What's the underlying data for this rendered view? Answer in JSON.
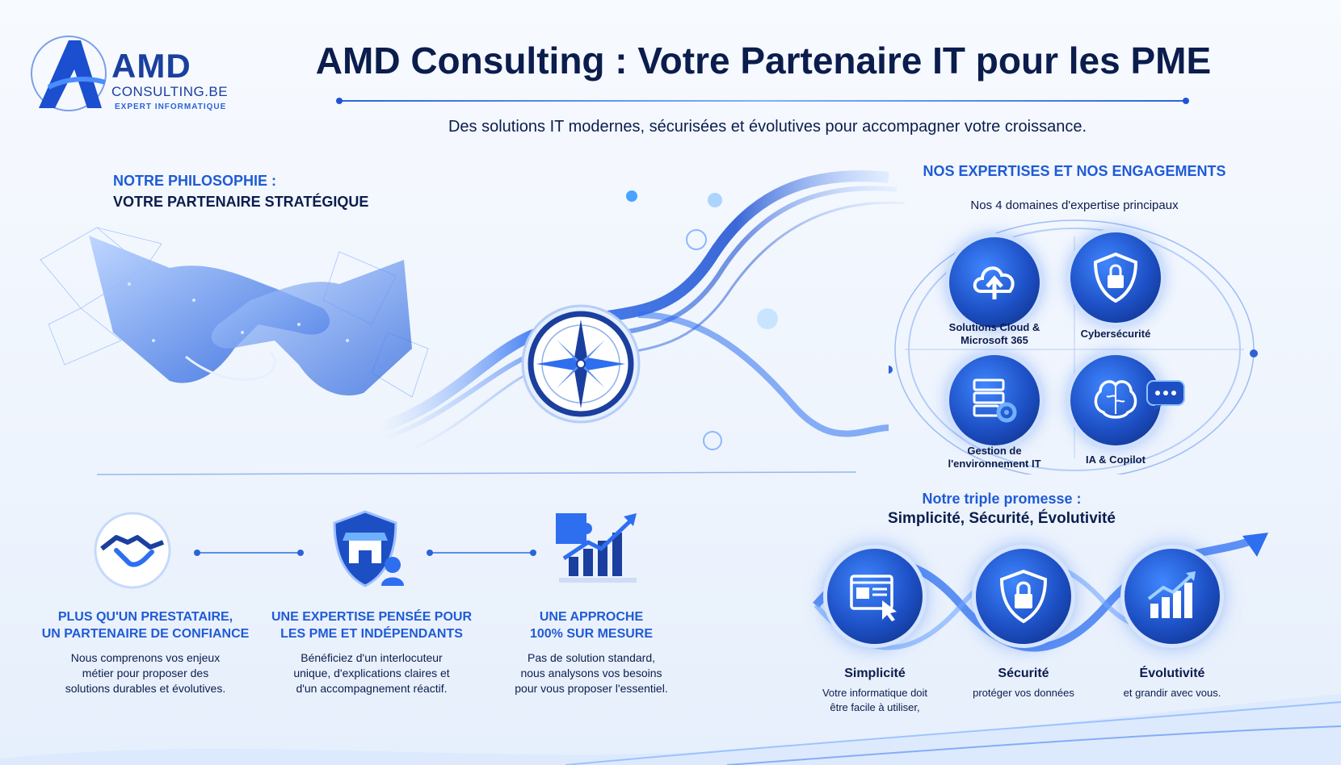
{
  "logo": {
    "brand": "AMD",
    "domain": "CONSULTING.BE",
    "tagline": "EXPERT INFORMATIQUE"
  },
  "header": {
    "title": "AMD Consulting : Votre Partenaire IT pour les PME",
    "subtitle": "Des solutions IT modernes, sécurisées et évolutives pour accompagner votre croissance."
  },
  "philosophy": {
    "kicker": "NOTRE PHILOSOPHIE :",
    "title": "VOTRE PARTENAIRE STRATÉGIQUE",
    "pillars": [
      {
        "icon": "handshake-icon",
        "title_line1": "PLUS QU'UN PRESTATAIRE,",
        "title_line2": "UN PARTENAIRE DE CONFIANCE",
        "text_line1": "Nous comprenons vos enjeux",
        "text_line2": "métier pour proposer des",
        "text_line3": "solutions durables et évolutives."
      },
      {
        "icon": "shop-shield-icon",
        "title_line1": "UNE EXPERTISE PENSÉE POUR",
        "title_line2": "LES PME ET INDÉPENDANTS",
        "text_line1": "Bénéficiez d'un interlocuteur",
        "text_line2": "unique, d'explications claires et",
        "text_line3": "d'un accompagnement réactif."
      },
      {
        "icon": "puzzle-growth-icon",
        "title_line1": "UNE APPROCHE",
        "title_line2": "100% SUR MESURE",
        "text_line1": "Pas de solution standard,",
        "text_line2": "nous analysons vos besoins",
        "text_line3": "pour vous proposer l'essentiel."
      }
    ]
  },
  "expertise": {
    "title": "NOS EXPERTISES ET NOS ENGAGEMENTS",
    "subtitle": "Nos 4 domaines d'expertise principaux",
    "domains": [
      {
        "icon": "cloud-upload-icon",
        "label_line1": "Solutions Cloud &",
        "label_line2": "Microsoft 365"
      },
      {
        "icon": "shield-lock-icon",
        "label_line1": "Cybersécurité",
        "label_line2": ""
      },
      {
        "icon": "server-gear-icon",
        "label_line1": "Gestion de",
        "label_line2": "l'environnement IT"
      },
      {
        "icon": "brain-chat-icon",
        "label_line1": "IA & Copilot",
        "label_line2": ""
      }
    ]
  },
  "promise": {
    "kicker": "Notre triple promesse :",
    "title": "Simplicité, Sécurité, Évolutivité",
    "items": [
      {
        "icon": "browser-cursor-icon",
        "title": "Simplicité",
        "text_line1": "Votre informatique doit",
        "text_line2": "être facile à utiliser,"
      },
      {
        "icon": "padlock-shield-icon",
        "title": "Sécurité",
        "text_line1": "protéger vos données",
        "text_line2": ""
      },
      {
        "icon": "growth-chart-icon",
        "title": "Évolutivité",
        "text_line1": "et grandir avec vous.",
        "text_line2": ""
      }
    ]
  },
  "colors": {
    "primary": "#1f5bd6",
    "navy": "#0b1d4d",
    "accent": "#3f86ff"
  }
}
